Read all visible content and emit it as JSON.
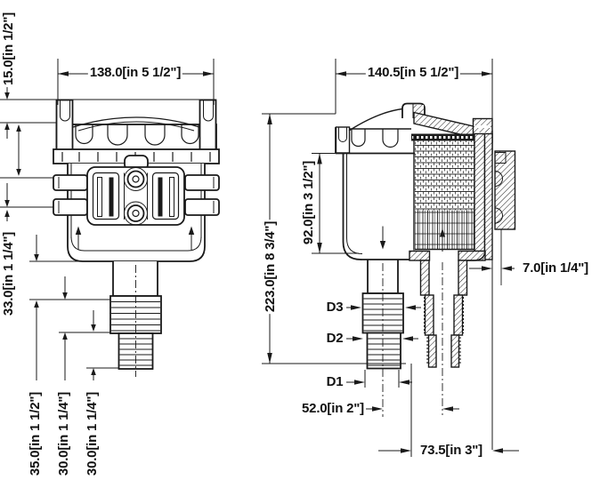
{
  "page": {
    "background": "#ffffff",
    "line_color": "#1a1a1a"
  },
  "front_view": {
    "width_label": "138.0[in 5 1/2\"]",
    "ear_height_label": "15.0[in 1/2\"]",
    "lid_height_label": "33.0[in 1 1/4\"]",
    "spigot_length_label": "35.0[in 1 1/2\"]",
    "upper_barb_length_label": "30.0[in 1 1/4\"]",
    "lower_barb_length_label": "30.0[in 1 1/4\"]"
  },
  "section_view": {
    "width_label": "140.5[in 5 1/2\"]",
    "overall_height_label": "223.0[in 8 3/4\"]",
    "body_height_label": "92.0[in 3 1/2\"]",
    "mount_gap_label": "7.0[in  1/4\"]",
    "port_distance_label": "52.0[in 2\"]",
    "center_to_mount_label": "73.5[in 3\"]",
    "diameter1_label": "D1",
    "diameter2_label": "D2",
    "diameter3_label": "D3"
  }
}
